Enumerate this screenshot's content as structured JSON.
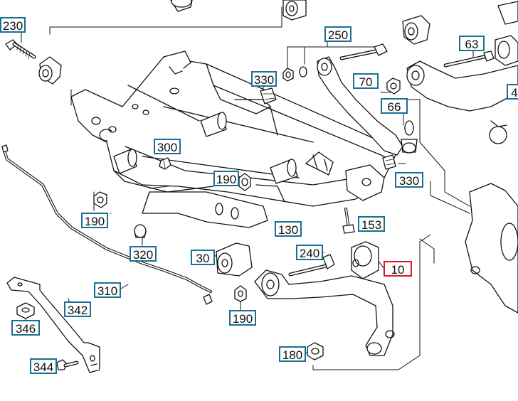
{
  "callouts": [
    {
      "id": "c230a",
      "label": "230"
    },
    {
      "id": "c250",
      "label": "250"
    },
    {
      "id": "c63",
      "label": "63"
    },
    {
      "id": "c330a",
      "label": "330"
    },
    {
      "id": "c70",
      "label": "70"
    },
    {
      "id": "c66",
      "label": "66"
    },
    {
      "id": "c4",
      "label": "4"
    },
    {
      "id": "c300",
      "label": "300"
    },
    {
      "id": "c190a",
      "label": "190"
    },
    {
      "id": "c330b",
      "label": "330"
    },
    {
      "id": "c190b",
      "label": "190"
    },
    {
      "id": "c153",
      "label": "153"
    },
    {
      "id": "c130",
      "label": "130"
    },
    {
      "id": "c320",
      "label": "320"
    },
    {
      "id": "c30",
      "label": "30"
    },
    {
      "id": "c240",
      "label": "240"
    },
    {
      "id": "c10",
      "label": "10"
    },
    {
      "id": "c310",
      "label": "310"
    },
    {
      "id": "c342",
      "label": "342"
    },
    {
      "id": "c346",
      "label": "346"
    },
    {
      "id": "c190c",
      "label": "190"
    },
    {
      "id": "c180",
      "label": "180"
    },
    {
      "id": "c344",
      "label": "344"
    }
  ],
  "highlighted_callout": "10",
  "colors": {
    "callout_border": "#1a6f96",
    "highlight_border": "#e0141e",
    "line": "#111111"
  }
}
